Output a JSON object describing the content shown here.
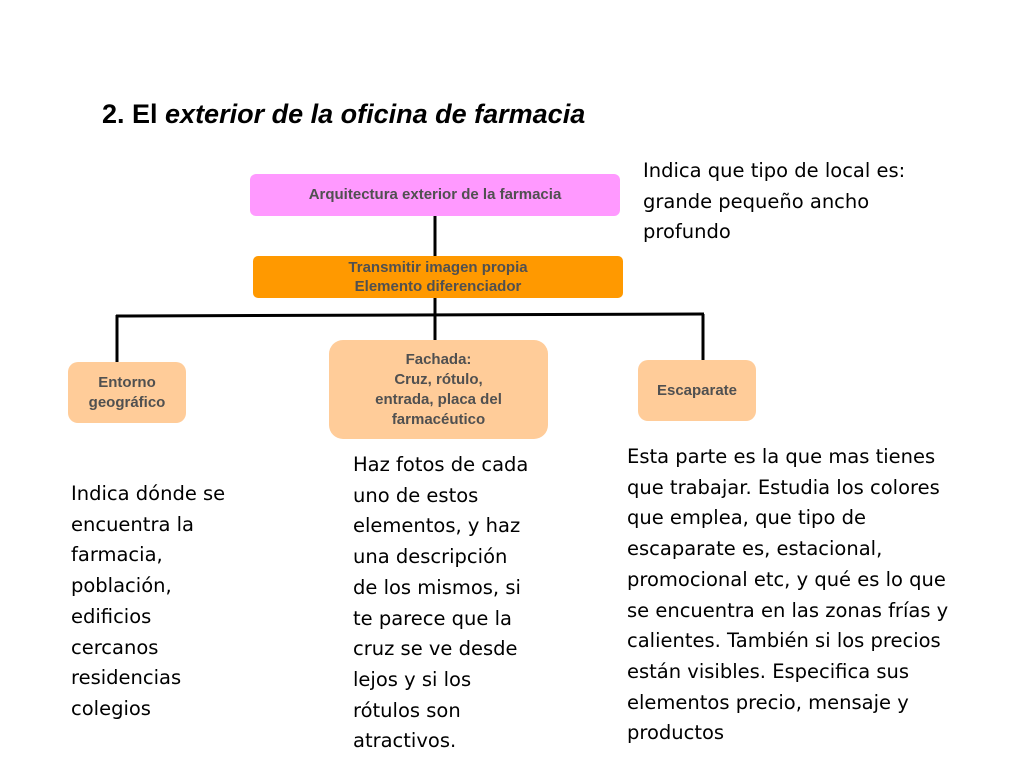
{
  "slide": {
    "title_plain": "2. El ",
    "title_italic": "exterior de la oficina de farmacia"
  },
  "diagram": {
    "boxes": {
      "architecture": {
        "label": "Arquitectura exterior de la farmacia",
        "color": "#ff99ff",
        "text_color": "#505050"
      },
      "image": {
        "label": "Transmitir imagen propia\nElemento diferenciador",
        "color": "#ff9900",
        "text_color": "#505050"
      },
      "entorno": {
        "label": "Entorno\ngeográfico",
        "color": "#ffcc99",
        "text_color": "#505050"
      },
      "fachada": {
        "label": "Fachada:\nCruz, rótulo,\nentrada, placa del\nfarmacéutico",
        "color": "#ffcc99",
        "text_color": "#505050"
      },
      "escaparate": {
        "label": "Escaparate",
        "color": "#ffcc99",
        "text_color": "#505050"
      }
    },
    "connector_color": "#000000"
  },
  "notes": {
    "local": "Indica que tipo de local es:\ngrande pequeño ancho\nprofundo",
    "entorno": "Indica dónde se\nencuentra la\nfarmacia,\npoblación,\nedificios\ncercanos\nresidencias\ncolegios",
    "fachada": "Haz fotos de cada\nuno de estos\nelementos, y haz\nuna descripción\nde los mismos, si\nte parece que la\ncruz se ve desde\nlejos y si los\nrótulos son\natractivos.",
    "escaparate": "Esta parte es la que mas tienes\nque trabajar. Estudia los colores\nque emplea, que tipo de\nescaparate es, estacional,\npromocional etc, y qué es lo que\nse encuentra en las zonas frías y\ncalientes. También si los precios\nestán visibles. Especifica sus\nelementos precio, mensaje y\nproductos"
  }
}
